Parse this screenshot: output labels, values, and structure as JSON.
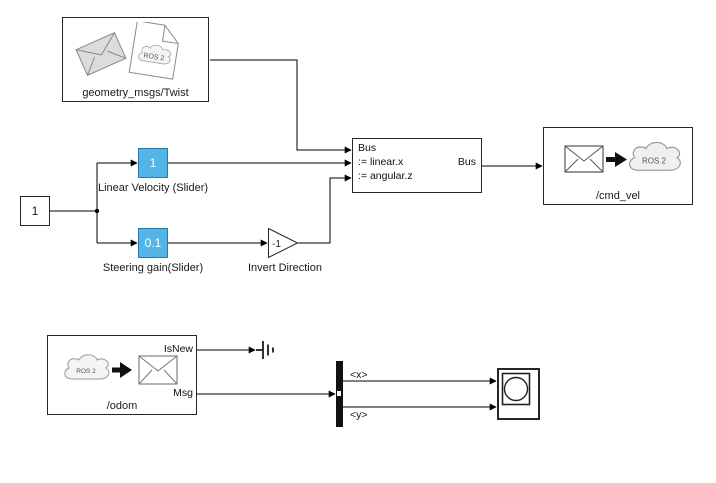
{
  "badges": {
    "ros2": "ROS 2"
  },
  "blocks": {
    "blank_message": {
      "label": "geometry_msgs/Twist"
    },
    "constant": {
      "value": "1"
    },
    "linear_slider": {
      "value": "1",
      "label": "Linear Velocity (Slider)"
    },
    "steering_slider": {
      "value": "0.1",
      "label": "Steering gain(Slider)"
    },
    "invert_gain": {
      "value": "-1",
      "label": "Invert Direction"
    },
    "bus_assignment": {
      "port_bus_in": "Bus",
      "port_linear": ":= linear.x",
      "port_angular": ":= angular.z",
      "port_bus_out": "Bus"
    },
    "cmd_vel": {
      "label": "/cmd_vel"
    },
    "odom": {
      "label": "/odom",
      "port_isnew": "IsNew",
      "port_msg": "Msg"
    },
    "bus_selector": {
      "port_x": "<x>",
      "port_y": "<y>"
    }
  },
  "colors": {
    "slider_fill": "#53b5e6",
    "slider_border": "#2a7ab0",
    "wire": "#000000",
    "block_border": "#262626"
  }
}
